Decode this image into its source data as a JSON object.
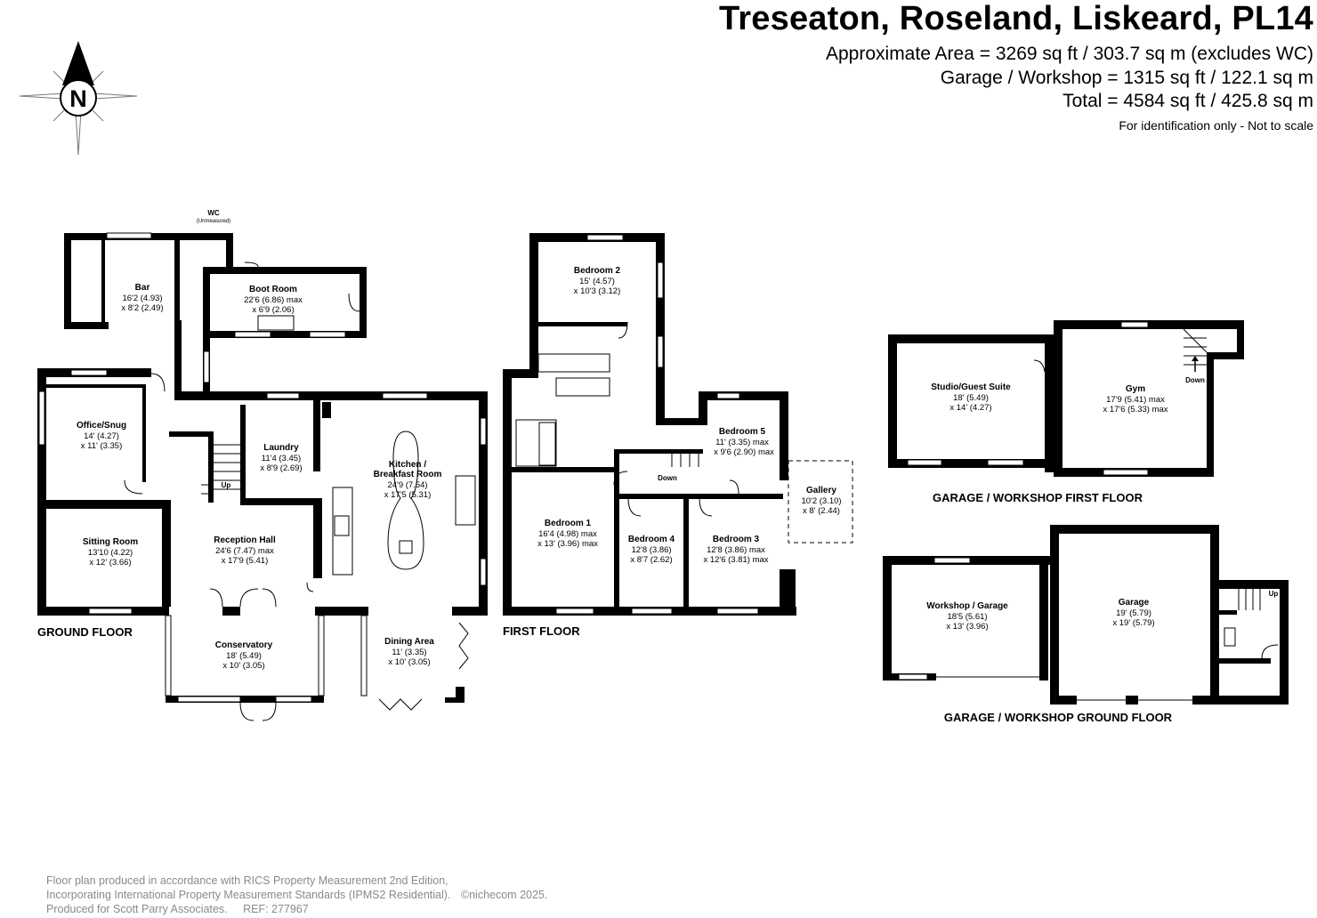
{
  "header": {
    "title": "Treseaton, Roseland, Liskeard, PL14",
    "area_lines": [
      "Approximate Area = 3269 sq ft / 303.7 sq m (excludes WC)",
      "Garage / Workshop = 1315 sq ft / 122.1 sq m",
      "Total = 4584 sq ft / 425.8 sq m"
    ],
    "note": "For identification only - Not to scale"
  },
  "compass": {
    "label": "N",
    "icon": "north-compass-icon"
  },
  "floors": {
    "ground": "GROUND FLOOR",
    "first": "FIRST FLOOR",
    "garage_first": "GARAGE / WORKSHOP FIRST FLOOR",
    "garage_ground": "GARAGE / WORKSHOP GROUND FLOOR"
  },
  "rooms": {
    "wc": {
      "name": "WC",
      "sub": "(Unmeasured)"
    },
    "bar": {
      "name": "Bar",
      "d1": "16'2 (4.93)",
      "d2": "x 8'2 (2.49)"
    },
    "boot_room": {
      "name": "Boot Room",
      "d1": "22'6 (6.86) max",
      "d2": "x 6'9 (2.06)"
    },
    "office": {
      "name": "Office/Snug",
      "d1": "14' (4.27)",
      "d2": "x 11' (3.35)"
    },
    "laundry": {
      "name": "Laundry",
      "d1": "11'4 (3.45)",
      "d2": "x 8'9 (2.69)"
    },
    "kitchen": {
      "name1": "Kitchen /",
      "name2": "Breakfast Room",
      "d1": "24'9 (7.54)",
      "d2": "x 17'5 (5.31)"
    },
    "sitting": {
      "name": "Sitting Room",
      "d1": "13'10 (4.22)",
      "d2": "x 12' (3.66)"
    },
    "reception": {
      "name": "Reception Hall",
      "d1": "24'6 (7.47) max",
      "d2": "x 17'9 (5.41)"
    },
    "conservatory": {
      "name": "Conservatory",
      "d1": "18' (5.49)",
      "d2": "x 10' (3.05)"
    },
    "dining": {
      "name": "Dining Area",
      "d1": "11' (3.35)",
      "d2": "x 10' (3.05)"
    },
    "bedroom2": {
      "name": "Bedroom 2",
      "d1": "15' (4.57)",
      "d2": "x 10'3 (3.12)"
    },
    "bedroom5": {
      "name": "Bedroom 5",
      "d1": "11' (3.35) max",
      "d2": "x 9'6 (2.90) max"
    },
    "gallery": {
      "name": "Gallery",
      "d1": "10'2 (3.10)",
      "d2": "x 8' (2.44)"
    },
    "bedroom1": {
      "name": "Bedroom 1",
      "d1": "16'4 (4.98) max",
      "d2": "x 13' (3.96) max"
    },
    "bedroom4": {
      "name": "Bedroom 4",
      "d1": "12'8 (3.86)",
      "d2": "x 8'7 (2.62)"
    },
    "bedroom3": {
      "name": "Bedroom 3",
      "d1": "12'8 (3.86) max",
      "d2": "x 12'6 (3.81) max"
    },
    "studio": {
      "name": "Studio/Guest Suite",
      "d1": "18' (5.49)",
      "d2": "x 14' (4.27)"
    },
    "gym": {
      "name": "Gym",
      "d1": "17'9 (5.41) max",
      "d2": "x 17'6 (5.33) max"
    },
    "workshop": {
      "name": "Workshop / Garage",
      "d1": "18'5 (5.61)",
      "d2": "x 13' (3.96)"
    },
    "garage": {
      "name": "Garage",
      "d1": "19' (5.79)",
      "d2": "x 19' (5.79)"
    }
  },
  "stairs": {
    "up": "Up",
    "down": "Down"
  },
  "footer": {
    "line1": "Floor plan produced in accordance with RICS Property Measurement 2nd Edition,",
    "line2": "Incorporating International Property Measurement Standards (IPMS2 Residential).",
    "copyright": "©nichecom 2025.",
    "line3": "Produced for Scott Parry Associates.",
    "ref": "REF: 277967"
  }
}
